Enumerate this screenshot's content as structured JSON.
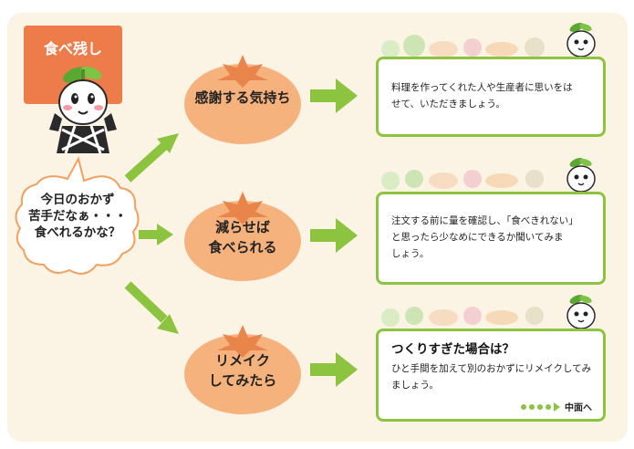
{
  "title": "食べ残し",
  "bubble": {
    "lines": [
      "今日のおかず",
      "苦手だなぁ・・・",
      "食べれるかな？"
    ]
  },
  "steps": [
    {
      "label_lines": [
        "感謝する気持ち"
      ],
      "info_lines": [
        "料理を作ってくれた人や生産者に思いをは",
        "せて、いただきましょう。"
      ]
    },
    {
      "label_lines": [
        "減らせば",
        "食べられる"
      ],
      "info_lines": [
        "注文する前に量を確認し、「食べきれない」",
        "と思ったら少なめにできるか聞いてみま",
        "しょう。"
      ]
    },
    {
      "label_lines": [
        "リメイク",
        "してみたら"
      ],
      "info_heading": "つくりすぎた場合は？",
      "info_lines": [
        "ひと手間を加えて別のおかずにリメイクしてみ",
        "ましょう。"
      ],
      "more_link": "中面へ"
    }
  ],
  "colors": {
    "accent_green": "#8cc43f",
    "title_orange": "#ee7b4a",
    "tomato_orange": "#f6b27d",
    "panel_bg": "#fbf3e4"
  }
}
